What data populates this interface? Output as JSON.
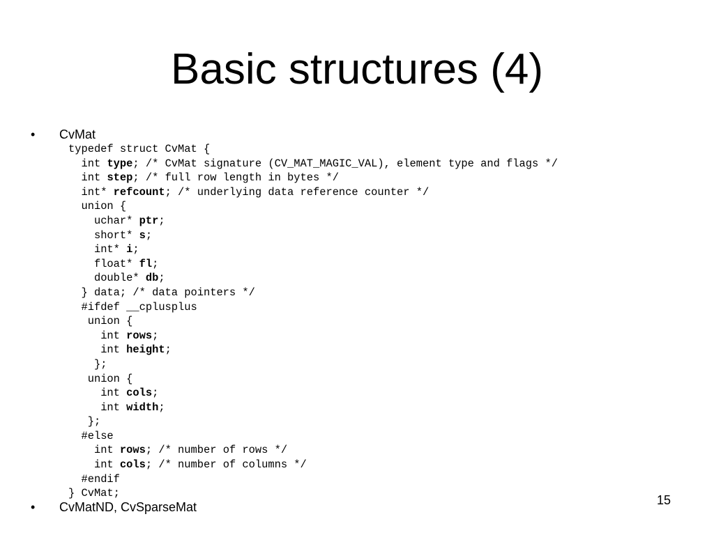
{
  "slide": {
    "title": "Basic structures (4)",
    "page_number": "15",
    "bullets": [
      {
        "marker": "•",
        "text": "CvMat"
      },
      {
        "marker": "•",
        "text": "CvMatND, CvSparseMat"
      }
    ],
    "code_lines": [
      {
        "indent": "",
        "parts": [
          {
            "t": "typedef struct CvMat {"
          }
        ]
      },
      {
        "indent": "  ",
        "parts": [
          {
            "t": "int "
          },
          {
            "t": "type",
            "b": true
          },
          {
            "t": "; /* CvMat signature (CV_MAT_MAGIC_VAL), element type and flags */"
          }
        ]
      },
      {
        "indent": "  ",
        "parts": [
          {
            "t": "int "
          },
          {
            "t": "step",
            "b": true
          },
          {
            "t": "; /* full row length in bytes */"
          }
        ]
      },
      {
        "indent": "  ",
        "parts": [
          {
            "t": "int* "
          },
          {
            "t": "refcount",
            "b": true
          },
          {
            "t": "; /* underlying data reference counter */"
          }
        ]
      },
      {
        "indent": "  ",
        "parts": [
          {
            "t": "union {"
          }
        ]
      },
      {
        "indent": "    ",
        "parts": [
          {
            "t": "uchar* "
          },
          {
            "t": "ptr",
            "b": true
          },
          {
            "t": ";"
          }
        ]
      },
      {
        "indent": "    ",
        "parts": [
          {
            "t": "short* "
          },
          {
            "t": "s",
            "b": true
          },
          {
            "t": ";"
          }
        ]
      },
      {
        "indent": "    ",
        "parts": [
          {
            "t": "int* "
          },
          {
            "t": "i",
            "b": true
          },
          {
            "t": ";"
          }
        ]
      },
      {
        "indent": "    ",
        "parts": [
          {
            "t": "float* "
          },
          {
            "t": "fl",
            "b": true
          },
          {
            "t": ";"
          }
        ]
      },
      {
        "indent": "    ",
        "parts": [
          {
            "t": "double* "
          },
          {
            "t": "db",
            "b": true
          },
          {
            "t": ";"
          }
        ]
      },
      {
        "indent": "  ",
        "parts": [
          {
            "t": "} data; /* data pointers */"
          }
        ]
      },
      {
        "indent": "  ",
        "parts": [
          {
            "t": "#ifdef __cplusplus"
          }
        ]
      },
      {
        "indent": "   ",
        "parts": [
          {
            "t": "union {"
          }
        ]
      },
      {
        "indent": "     ",
        "parts": [
          {
            "t": "int "
          },
          {
            "t": "rows",
            "b": true
          },
          {
            "t": ";"
          }
        ]
      },
      {
        "indent": "     ",
        "parts": [
          {
            "t": "int "
          },
          {
            "t": "height",
            "b": true
          },
          {
            "t": ";"
          }
        ]
      },
      {
        "indent": "    ",
        "parts": [
          {
            "t": "};"
          }
        ]
      },
      {
        "indent": "   ",
        "parts": [
          {
            "t": "union {"
          }
        ]
      },
      {
        "indent": "     ",
        "parts": [
          {
            "t": "int "
          },
          {
            "t": "cols",
            "b": true
          },
          {
            "t": ";"
          }
        ]
      },
      {
        "indent": "     ",
        "parts": [
          {
            "t": "int "
          },
          {
            "t": "width",
            "b": true
          },
          {
            "t": ";"
          }
        ]
      },
      {
        "indent": "   ",
        "parts": [
          {
            "t": "};"
          }
        ]
      },
      {
        "indent": "  ",
        "parts": [
          {
            "t": "#else"
          }
        ]
      },
      {
        "indent": "    ",
        "parts": [
          {
            "t": "int "
          },
          {
            "t": "rows",
            "b": true
          },
          {
            "t": "; /* number of rows */"
          }
        ]
      },
      {
        "indent": "    ",
        "parts": [
          {
            "t": "int "
          },
          {
            "t": "cols",
            "b": true
          },
          {
            "t": "; /* number of columns */"
          }
        ]
      },
      {
        "indent": "  ",
        "parts": [
          {
            "t": "#endif"
          }
        ]
      },
      {
        "indent": "",
        "parts": [
          {
            "t": "} CvMat;"
          }
        ]
      }
    ]
  }
}
